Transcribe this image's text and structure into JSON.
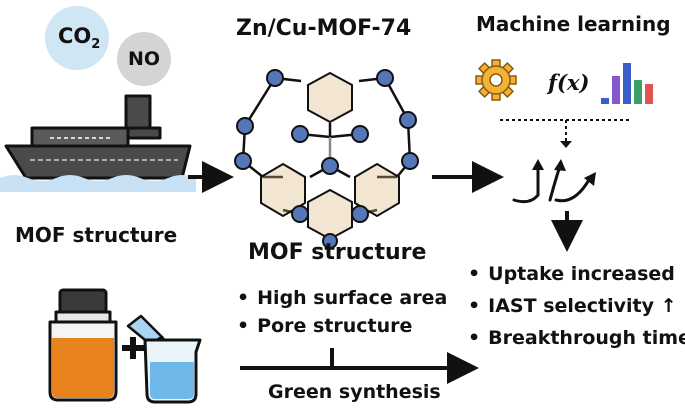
{
  "gases": {
    "gas1_base": "CO",
    "gas1_sub": "2",
    "gas2": "NO"
  },
  "labels": {
    "mof_structure_left": "MOF structure",
    "mof_title": "Zn/Cu-MOF-74",
    "mof_structure_center": "MOF structure",
    "machine_learning": "Machine learning",
    "fx": "f(x)",
    "green_synthesis": "Green synthesis",
    "plus": "+"
  },
  "properties": [
    "High surface area",
    "Pore structure"
  ],
  "outcomes": [
    "Uptake increased",
    "IAST selectivity ↑",
    "Breakthrough time↑"
  ],
  "icons": [
    "ship-icon",
    "mof-framework-icon",
    "gear-icon",
    "bar-chart-icon",
    "reagent-bottle-icon",
    "beaker-icon",
    "pipette-icon",
    "circular-arrows-icon"
  ],
  "colors": {
    "bubble_co2": "#cfe6f5",
    "bubble_no": "#d4d4d4",
    "ship_hull": "#4a4a4a",
    "water": "#c8e1f5",
    "mof_node": "#5577b8",
    "mof_ring": "#d9b47a",
    "gear": "#f2b233",
    "bar_blue": "#3a5fc8",
    "bar_purple": "#8557c8",
    "bar_green": "#3aa267",
    "bar_red": "#e0534f",
    "orange_liquid": "#e8821e",
    "blue_liquid": "#6fb8ea"
  }
}
